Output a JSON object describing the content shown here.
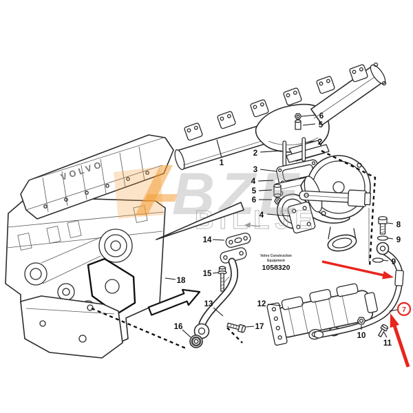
{
  "note": {
    "line1": "Volvo Construction",
    "line2": "Equipment",
    "part_number": "1058320"
  },
  "engine": {
    "brand": "VOLVO"
  },
  "watermark": {
    "main": "BZE",
    "sub": "BILLJE"
  },
  "colors": {
    "accent_red": "#e8251d",
    "watermark_orange": "#f39f39",
    "watermark_gray": "#a8a8a8",
    "line_art": "#2b2b2b",
    "background": "#ffffff"
  },
  "callouts": {
    "c1": "1",
    "c2a": "2",
    "c2b": "2",
    "c3": "3",
    "c4a": "4",
    "c4b": "4",
    "c5a": "5",
    "c5b": "5",
    "c6a": "6",
    "c6b": "6",
    "c7": "7",
    "c8": "8",
    "c9a": "9",
    "c9b": "9",
    "c10": "10",
    "c11": "11",
    "c12": "12",
    "c13": "13",
    "c14": "14",
    "c15": "15",
    "c16": "16",
    "c17": "17",
    "c18": "18"
  }
}
